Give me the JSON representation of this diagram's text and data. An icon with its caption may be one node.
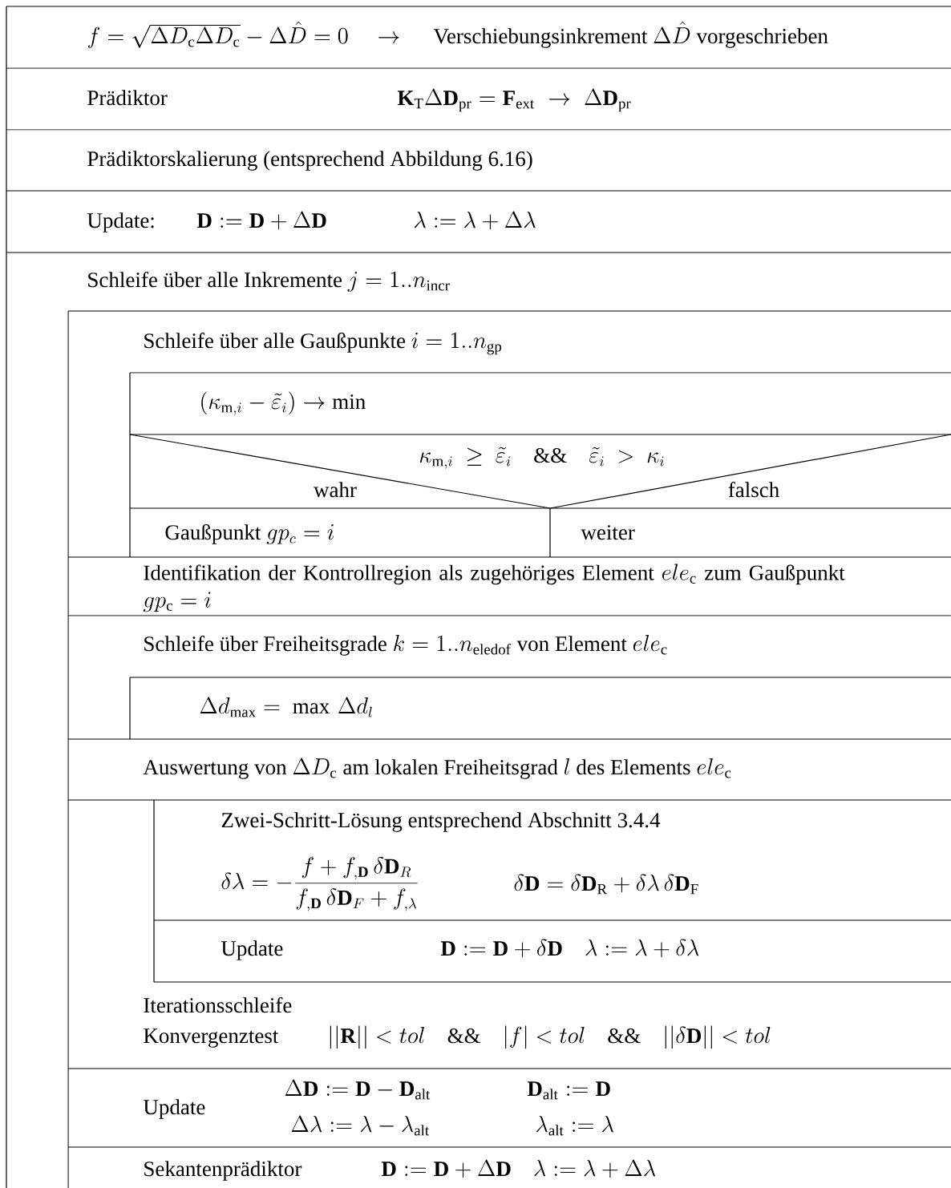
{
  "diagram": {
    "nodes": [
      {
        "text": [
          "f = \\sqrt{\\Delta D_\\mathrm{c}\\Delta D_\\mathrm{c}}-\\Delta\\hat{D} = 0",
          "\\rightarrow",
          "Verschiebungsinkrement",
          "\\Delta\\hat{D}",
          "vorgeschrieben"
        ]
      },
      {
        "text": [
          "Prädiktor",
          "\\mathbf{K}_\\mathrm{T}\\Delta\\mathbf{D}_\\mathrm{pr} = \\mathbf{F}_\\mathrm{ext}\\;\\rightarrow\\;\\Delta\\mathbf{D}_\\mathrm{pr}"
        ]
      },
      {
        "text": [
          "Prädiktorskalierung (entsprechend Abbildung  6.16)"
        ]
      },
      {
        "text": [
          "Update:",
          "\\mathbf{D} := \\mathbf{D} + \\Delta\\mathbf{D}",
          "\\lambda := \\lambda + \\Delta\\lambda"
        ]
      },
      {
        "text": [
          "Schleife über alle Inkremente",
          "j = 1..n_\\mathrm{incr}"
        ]
      },
      {
        "text": [
          "Schleife über alle Gaußpunkte",
          "i = 1..n_\\mathrm{gp}"
        ],
        "in": 4
      },
      {
        "text": [
          "(\\kappa_{\\mathrm{m},i} - \\tilde{\\varepsilon}_i) \\rightarrow \\min"
        ],
        "in": 5
      },
      {
        "text": [
          "\\kappa_{\\mathrm{m},i}\\ \\geq\\ \\tilde{\\varepsilon}_i\\quad\\&\\&\\quad\\tilde{\\varepsilon}_i\\ >\\ \\kappa_i",
          "wahr",
          "falsch"
        ],
        "in": 5
      },
      {
        "text": [
          "Gaußpunkt",
          "gp_c = i"
        ],
        "in": 5
      },
      {
        "text": [
          "weiter"
        ],
        "in": 5
      },
      {
        "text": [
          "Identifikation der Kontrollregion als zugehöriges Element",
          "ele_\\mathrm{c}",
          "zum Gaußpunkt",
          "gp_\\mathrm{c} = i"
        ],
        "in": 4
      },
      {
        "text": [
          "Schleife über Freiheitsgrade",
          "k = 1..n_\\mathrm{eledof}",
          "von Element",
          "ele_\\mathrm{c}"
        ],
        "in": 4
      },
      {
        "text": [
          "\\Delta d_\\mathrm{max} = \\ \\max\\,\\Delta d_l"
        ],
        "in": 11
      },
      {
        "text": [
          "Auswertung von",
          "\\Delta D_\\mathrm{c}",
          "am lokalen Freiheitsgrad",
          "l",
          "des Elements",
          "ele_\\mathrm{c}"
        ],
        "in": 4
      },
      {
        "text": [
          "Iterationsschleife",
          "Konvergenztest",
          "||\\mathbf{R}|| < tol\\quad\\&\\&\\quad |f| < tol\\quad\\&\\&\\quad ||\\delta\\mathbf{D}|| < tol"
        ],
        "in": 4
      },
      {
        "text": [
          "Zwei-Schritt-Lösung entsprechend Abschnitt 3.4.4",
          "\\delta\\lambda = -\\frac{f + f_{,\\mathbf{D}}\\,\\delta\\mathbf{D}_R}{f_{,\\mathbf{D}}\\,\\delta\\mathbf{D}_F + f_{,\\lambda}}",
          "\\delta\\mathbf{D} = \\delta\\mathbf{D}_\\mathrm{R} + \\delta\\lambda\\,\\delta\\mathbf{D}_\\mathrm{F}"
        ],
        "in": 14
      },
      {
        "text": [
          "Update",
          "\\mathbf{D} := \\mathbf{D} + \\delta\\mathbf{D}\\quad\\lambda := \\lambda + \\delta\\lambda"
        ],
        "in": 14
      },
      {
        "text": [
          "Update",
          "\\Delta\\mathbf{D} := \\mathbf{D} - \\mathbf{D}_\\mathrm{alt}",
          "\\mathbf{D}_\\mathrm{alt} := \\mathbf{D}",
          "\\Delta\\lambda := \\lambda - \\lambda_\\mathrm{alt}",
          "\\lambda_\\mathrm{alt} := \\lambda"
        ],
        "in": 4
      },
      {
        "text": [
          "Sekantenprädiktor",
          "\\mathbf{D} := \\mathbf{D} + \\Delta\\mathbf{D}\\quad\\lambda := \\lambda + \\Delta\\lambda"
        ],
        "in": 4
      }
    ]
  }
}
